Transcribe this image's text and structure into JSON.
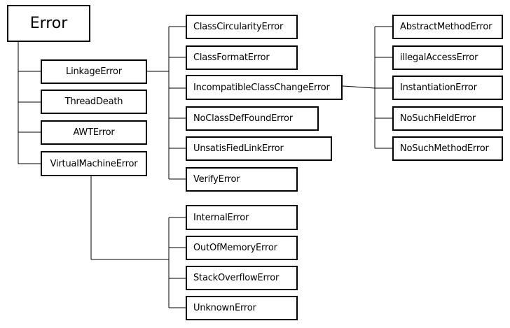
{
  "diagram": {
    "root": "Error",
    "children": {
      "linkage": "LinkageError",
      "thread_death": "ThreadDeath",
      "awt": "AWTError",
      "vm": "VirtualMachineError"
    },
    "linkage_errors": {
      "class_circularity": "ClassCircularityError",
      "class_format": "ClassFormatError",
      "incompatible_class_change": "IncompatibleClassChangeError",
      "no_class_def_found": "NoClassDefFoundError",
      "unsatisfied_link": "UnsatisFiedLinkError",
      "verify": "VerifyError"
    },
    "incompatible_class_change_errors": {
      "abstract_method": "AbstractMethodError",
      "illegal_access": "illegalAccessError",
      "instantiation": "InstantiationError",
      "no_such_field": "NoSuchFieldError",
      "no_such_method": "NoSuchMethodError"
    },
    "vm_errors": {
      "internal": "InternalError",
      "out_of_memory": "OutOfMemoryError",
      "stack_overflow": "StackOverflowError",
      "unknown": "UnknownError"
    }
  }
}
